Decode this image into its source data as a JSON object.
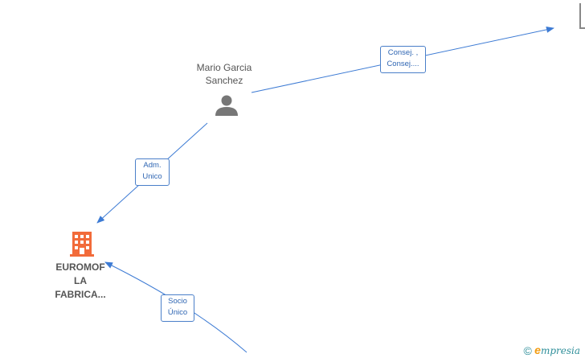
{
  "nodes": {
    "person": {
      "line1": "Mario Garcia",
      "line2": "Sanchez",
      "icon": "person-icon"
    },
    "company": {
      "line1": "EUROMOF",
      "line2": "LA",
      "line3": "FABRICA...",
      "icon": "building-icon"
    }
  },
  "edges": {
    "consej": {
      "line1": "Consej. ,",
      "line2": "Consej...."
    },
    "adm": {
      "line1": "Adm.",
      "line2": "Unico"
    },
    "socio": {
      "line1": "Socio",
      "line2": "Único"
    }
  },
  "watermark": {
    "symbol": "©",
    "brand_initial": "e",
    "brand_rest": "mpresia"
  },
  "colors": {
    "edge": "#3d7bd4",
    "company_icon": "#f26b3a",
    "person_icon": "#777777"
  }
}
